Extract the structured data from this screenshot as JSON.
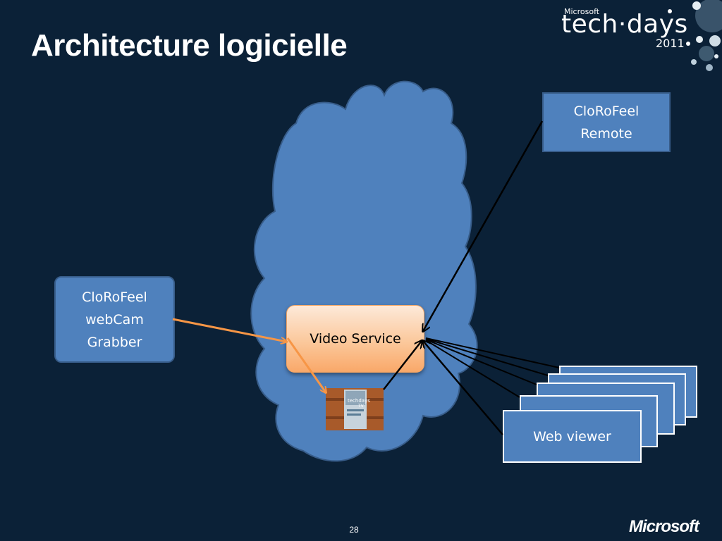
{
  "title": "Architecture logicielle",
  "logo": {
    "company_small": "Microsoft",
    "brand": "tech·days",
    "year": "2011"
  },
  "nodes": {
    "remote": "CloRoFeel\nRemote",
    "grabber": "CloRoFeel\nwebCam\nGrabber",
    "video_service": "Video Service",
    "web_viewer": "Web viewer"
  },
  "thumbnail": {
    "brand": "techdays",
    "suffix": "TV"
  },
  "colors": {
    "background": "#0b2137",
    "cloud": "#4f81bd",
    "cloud_outline": "#385d8a",
    "box": "#4f81bd",
    "video_service_fill": "#fbc89b",
    "orange_arrow": "#f79646",
    "black_arrow": "#000000"
  },
  "footer": {
    "page_number": "28",
    "company_logo": "Microsoft"
  }
}
